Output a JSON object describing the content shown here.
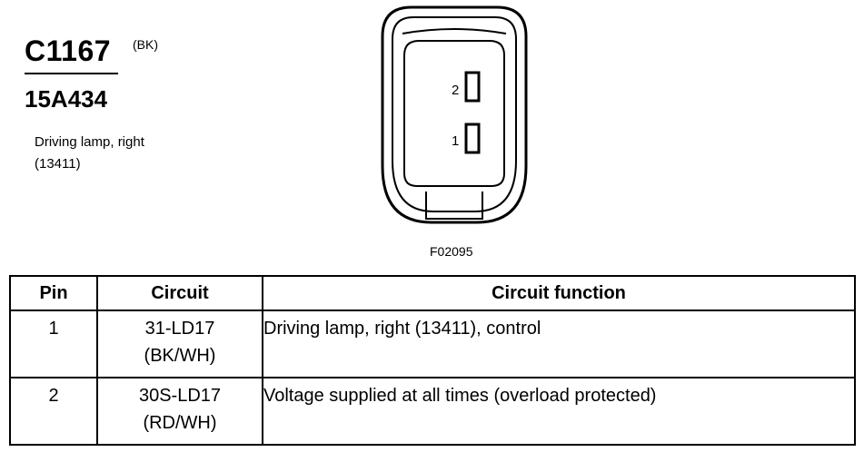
{
  "connector": {
    "id": "C1167",
    "color": "(BK)",
    "part_number": "15A434",
    "description_line1": "Driving lamp, right",
    "description_line2": "(13411)"
  },
  "diagram": {
    "pin_labels": [
      "2",
      "1"
    ],
    "figure_id": "F02095"
  },
  "table": {
    "headers": [
      "Pin",
      "Circuit",
      "Circuit function"
    ],
    "rows": [
      {
        "pin": "1",
        "circuit_line1": "31-LD17",
        "circuit_line2": "(BK/WH)",
        "function": "Driving lamp, right (13411), control"
      },
      {
        "pin": "2",
        "circuit_line1": "30S-LD17",
        "circuit_line2": "(RD/WH)",
        "function": "Voltage supplied at all times (overload protected)"
      }
    ]
  }
}
